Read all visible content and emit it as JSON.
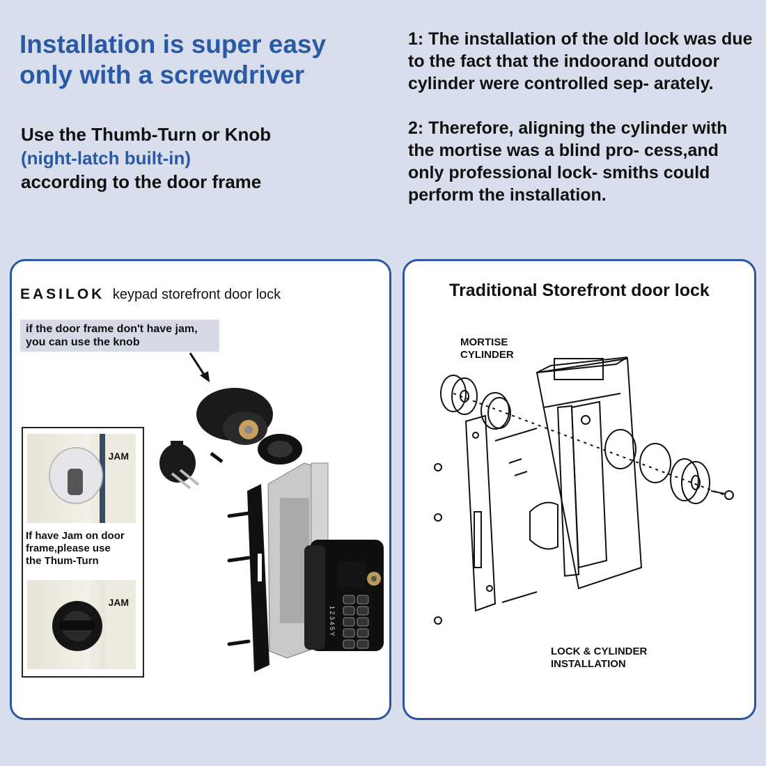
{
  "header": {
    "headline": "Installation is super easy only with a screwdriver",
    "sub_line1": "Use the Thumb-Turn or Knob",
    "sub_line2": "(night-latch built-in)",
    "sub_line3": "according to the door frame"
  },
  "notes": {
    "point1": "1: The installation of the old lock was due to the fact that the indoorand outdoor cylinder were controlled sep- arately.",
    "point2": "2: Therefore, aligning the cylinder with the mortise was a blind pro- cess,and only professional lock- smiths could perform the installation."
  },
  "left_panel": {
    "brand": "EASILOK",
    "product": "keypad storefront door lock",
    "callout_line1": "if the door frame don't have jam,",
    "callout_line2": "you can use the knob",
    "jam_label_top": "JAM",
    "jam_label_bottom": "JAM",
    "inset_line1": "If have Jam on door",
    "inset_line2": "frame,please use",
    "inset_line3": "the Thum-Turn",
    "keypad_digits": "1 2 3 4 5 Y"
  },
  "right_panel": {
    "title": "Traditional Storefront door lock",
    "mortise_line1": "MORTISE",
    "mortise_line2": "CYLINDER",
    "install_line1": "LOCK & CYLINDER",
    "install_line2": "INSTALLATION"
  },
  "colors": {
    "background": "#d8deec",
    "accent_blue": "#2a5aa6",
    "panel_border": "#2b55a0"
  }
}
